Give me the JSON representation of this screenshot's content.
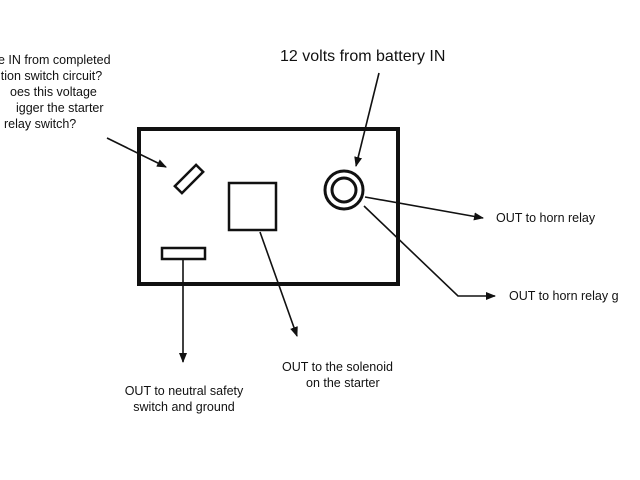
{
  "labels": {
    "ignition_question": [
      "e IN from completed",
      "ition switch circuit?",
      "oes this voltage",
      "igger the starter",
      "relay switch?"
    ],
    "battery_in": "12 volts from battery IN",
    "horn_relay": "OUT to horn relay",
    "horn_relay_ground": "OUT to horn relay g",
    "solenoid": [
      "OUT to the solenoid",
      "on the starter"
    ],
    "neutral_safety": [
      "OUT to neutral safety",
      "switch and ground"
    ]
  },
  "colors": {
    "stroke": "#111111",
    "background": "#ffffff"
  }
}
